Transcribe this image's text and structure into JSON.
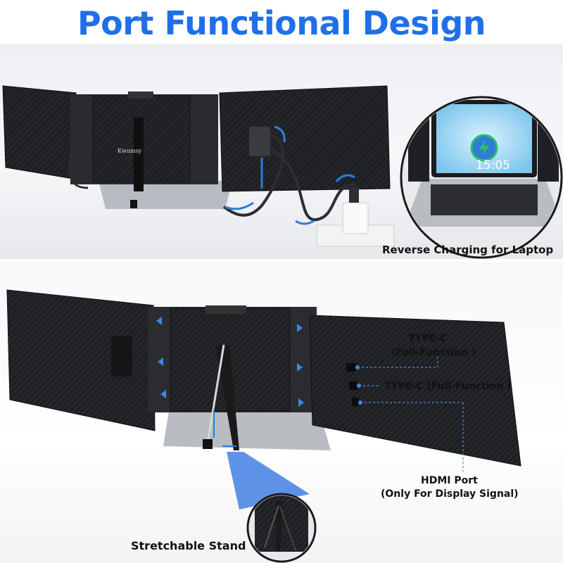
{
  "title": "Port Functional Design",
  "brand_logo_text": "Kwumsy",
  "laptop_clock": "15:05",
  "captions": {
    "reverse_charging": "Reverse Charging for Laptop",
    "typec_1_line1": "TYPE-C",
    "typec_1_line2": "(Full-Function )",
    "typec_2": "TYPE-C (Full-Function )",
    "hdmi_line1": "HDMI Port",
    "hdmi_line2": "(Only For Display Signal)",
    "stand": "Stretchable Stand"
  },
  "colors": {
    "title_blue": "#1f6fe8",
    "arrow_blue": "#2a7de1",
    "panel_dark": "#1c1d20",
    "charge_green": "#27c26a"
  }
}
